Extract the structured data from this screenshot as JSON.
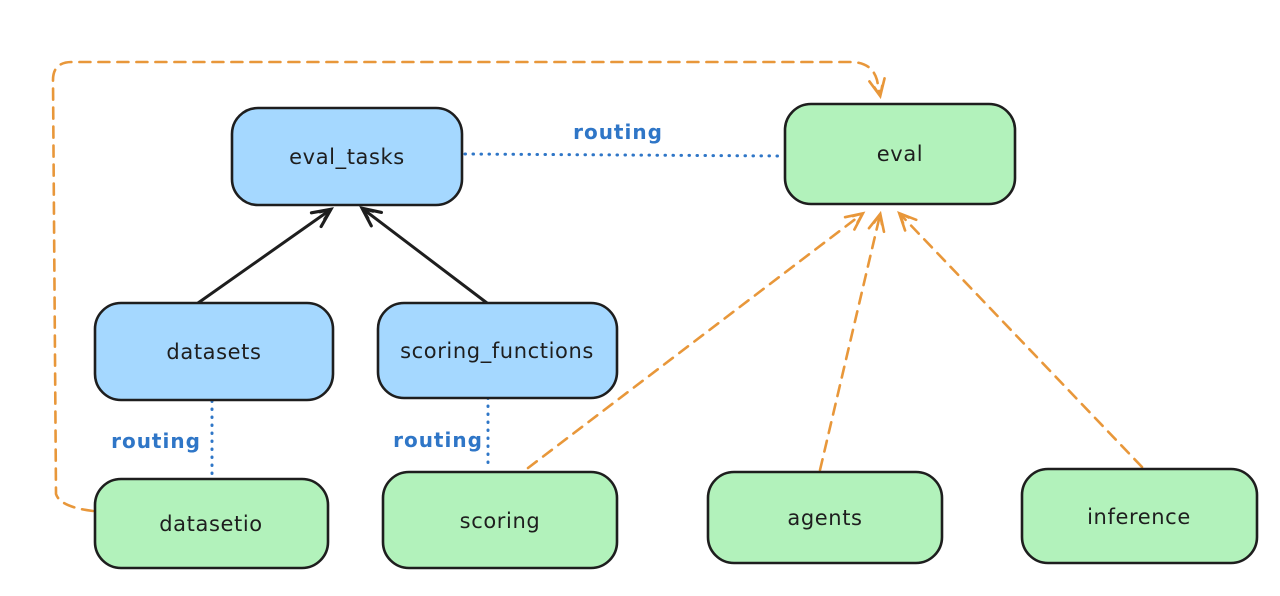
{
  "diagram": {
    "description": "architecture diagram of eval resources and APIs",
    "nodes": {
      "eval_tasks": {
        "label": "eval_tasks"
      },
      "eval": {
        "label": "eval"
      },
      "datasets": {
        "label": "datasets"
      },
      "scoring_functions": {
        "label": "scoring_functions"
      },
      "datasetio": {
        "label": "datasetio"
      },
      "scoring": {
        "label": "scoring"
      },
      "agents": {
        "label": "agents"
      },
      "inference": {
        "label": "inference"
      }
    },
    "edge_labels": {
      "routing_top": "routing",
      "routing_left": "routing",
      "routing_middle": "routing"
    },
    "colors": {
      "background": "#ffffff",
      "node_blue_fill": "#a5d8ff",
      "node_green_fill": "#b2f2bb",
      "node_border": "#1e1e1e",
      "routing_blue": "#2f76c7",
      "arrow_black": "#1e1e1e",
      "arrow_orange": "#e8973a"
    }
  }
}
